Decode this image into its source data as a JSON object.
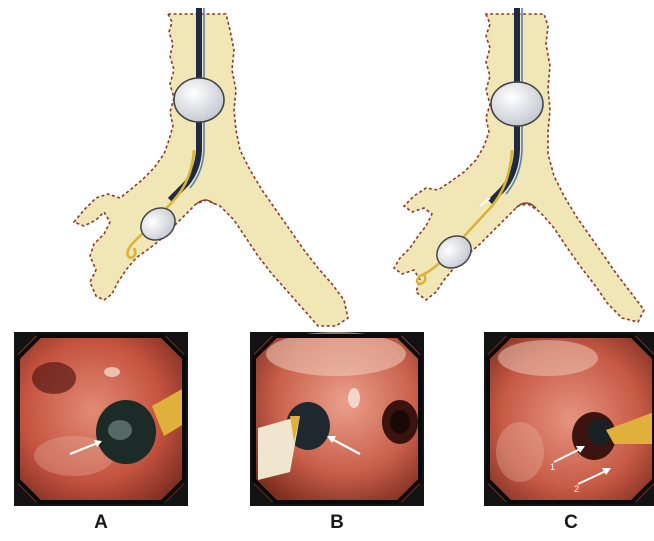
{
  "figure": {
    "panels": [
      {
        "label": "A"
      },
      {
        "label": "B"
      },
      {
        "label": "C",
        "arrow_labels": [
          "1",
          "2"
        ]
      }
    ],
    "colors": {
      "airway_fill": "#f1e6b6",
      "airway_outline": "#8a3a2a",
      "bronchoscope": "#1e2a44",
      "catheter": "#d9b43a",
      "balloon": "#d9dce2",
      "mucosa": "#c65a47",
      "frame_bg": "#131313"
    }
  }
}
